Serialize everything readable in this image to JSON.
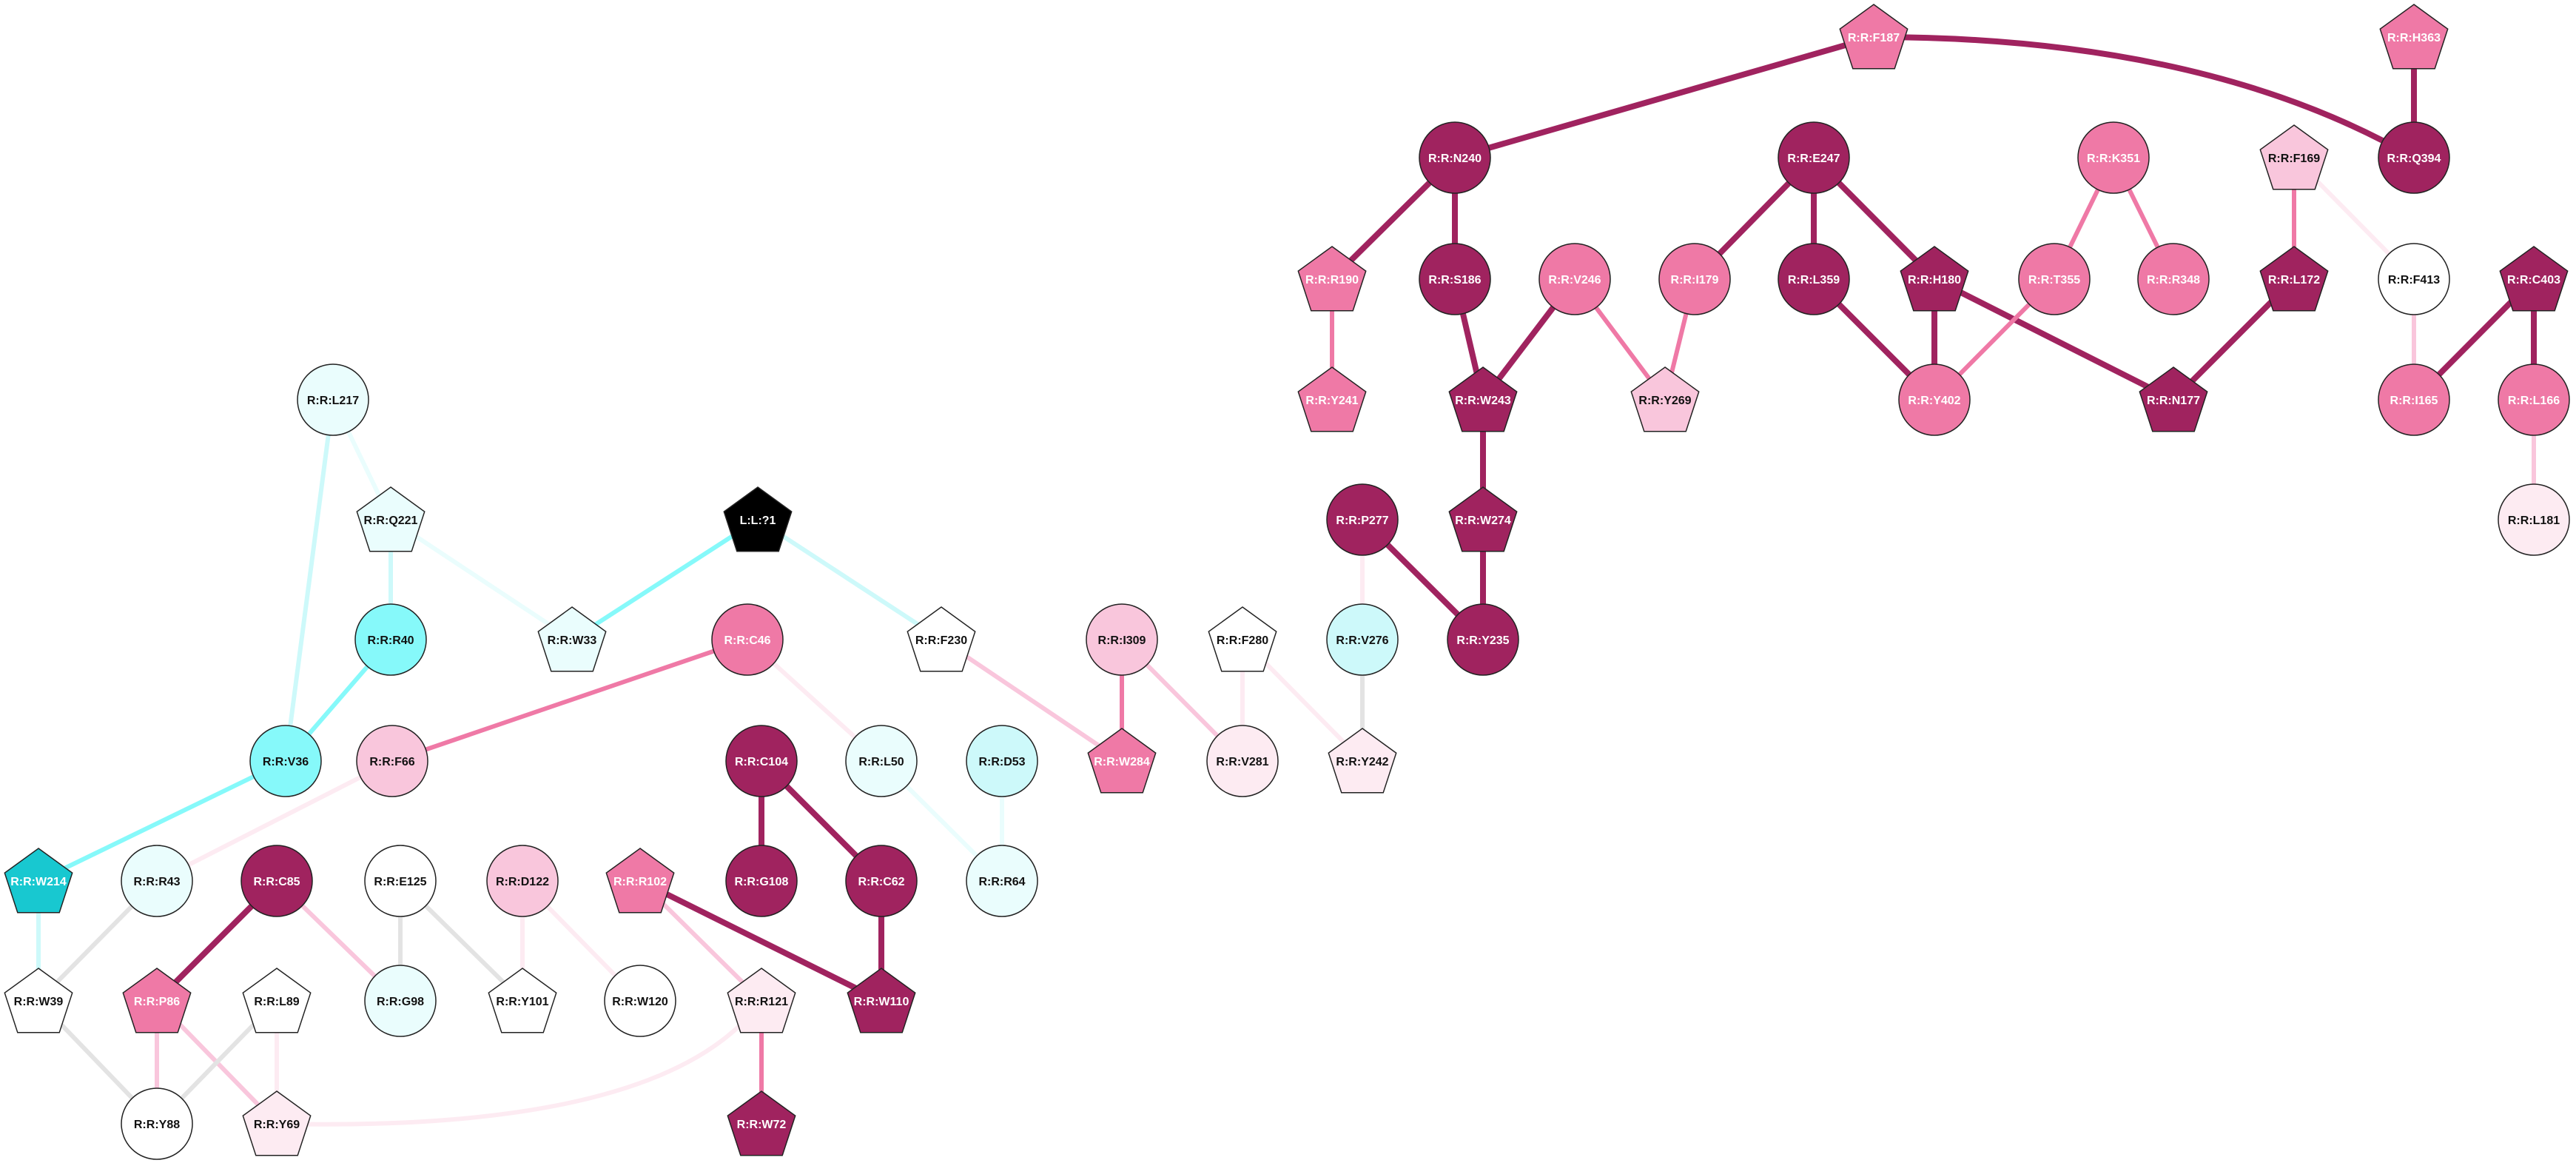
{
  "colors": {
    "dark_magenta": "#a0235f",
    "pink": "#ef79a6",
    "light_pink": "#f9c6dc",
    "pale_pink": "#fdebf2",
    "white": "#ffffff",
    "pale_cyan": "#eafdfd",
    "light_cyan": "#cdf9fa",
    "cyan": "#86f9fa",
    "teal": "#18c8d0",
    "black": "#000000",
    "edge_grey": "#e3e3e3"
  },
  "nodes": [
    {
      "id": "R:R:F187",
      "label": "R:R:F187",
      "shape": "pentagon",
      "fill": "pink"
    },
    {
      "id": "R:R:H363",
      "label": "R:R:H363",
      "shape": "pentagon",
      "fill": "pink"
    },
    {
      "id": "R:R:N240",
      "label": "R:R:N240",
      "shape": "circle",
      "fill": "dark_magenta"
    },
    {
      "id": "R:R:E247",
      "label": "R:R:E247",
      "shape": "circle",
      "fill": "dark_magenta"
    },
    {
      "id": "R:R:K351",
      "label": "R:R:K351",
      "shape": "circle",
      "fill": "pink"
    },
    {
      "id": "R:R:F169",
      "label": "R:R:F169",
      "shape": "pentagon",
      "fill": "light_pink"
    },
    {
      "id": "R:R:Q394",
      "label": "R:R:Q394",
      "shape": "circle",
      "fill": "dark_magenta"
    },
    {
      "id": "R:R:R190",
      "label": "R:R:R190",
      "shape": "pentagon",
      "fill": "pink"
    },
    {
      "id": "R:R:S186",
      "label": "R:R:S186",
      "shape": "circle",
      "fill": "dark_magenta"
    },
    {
      "id": "R:R:V246",
      "label": "R:R:V246",
      "shape": "circle",
      "fill": "pink"
    },
    {
      "id": "R:R:I179",
      "label": "R:R:I179",
      "shape": "circle",
      "fill": "pink"
    },
    {
      "id": "R:R:L359",
      "label": "R:R:L359",
      "shape": "circle",
      "fill": "dark_magenta"
    },
    {
      "id": "R:R:H180",
      "label": "R:R:H180",
      "shape": "pentagon",
      "fill": "dark_magenta"
    },
    {
      "id": "R:R:T355",
      "label": "R:R:T355",
      "shape": "circle",
      "fill": "pink"
    },
    {
      "id": "R:R:R348",
      "label": "R:R:R348",
      "shape": "circle",
      "fill": "pink"
    },
    {
      "id": "R:R:L172",
      "label": "R:R:L172",
      "shape": "pentagon",
      "fill": "dark_magenta"
    },
    {
      "id": "R:R:F413",
      "label": "R:R:F413",
      "shape": "circle",
      "fill": "white"
    },
    {
      "id": "R:R:C403",
      "label": "R:R:C403",
      "shape": "pentagon",
      "fill": "dark_magenta"
    },
    {
      "id": "R:R:Y241",
      "label": "R:R:Y241",
      "shape": "pentagon",
      "fill": "pink"
    },
    {
      "id": "R:R:W243",
      "label": "R:R:W243",
      "shape": "pentagon",
      "fill": "dark_magenta"
    },
    {
      "id": "R:R:Y269",
      "label": "R:R:Y269",
      "shape": "pentagon",
      "fill": "light_pink"
    },
    {
      "id": "R:R:Y402",
      "label": "R:R:Y402",
      "shape": "circle",
      "fill": "pink"
    },
    {
      "id": "R:R:N177",
      "label": "R:R:N177",
      "shape": "pentagon",
      "fill": "dark_magenta"
    },
    {
      "id": "R:R:I165",
      "label": "R:R:I165",
      "shape": "circle",
      "fill": "pink"
    },
    {
      "id": "R:R:L166",
      "label": "R:R:L166",
      "shape": "circle",
      "fill": "pink"
    },
    {
      "id": "R:R:L181",
      "label": "R:R:L181",
      "shape": "circle",
      "fill": "pale_pink"
    },
    {
      "id": "R:R:L217",
      "label": "R:R:L217",
      "shape": "circle",
      "fill": "pale_cyan"
    },
    {
      "id": "R:R:Q221",
      "label": "R:R:Q221",
      "shape": "pentagon",
      "fill": "pale_cyan"
    },
    {
      "id": "L:L:?1",
      "label": "L:L:?1",
      "shape": "pentagon",
      "fill": "black"
    },
    {
      "id": "R:R:P277",
      "label": "R:R:P277",
      "shape": "circle",
      "fill": "dark_magenta"
    },
    {
      "id": "R:R:W274",
      "label": "R:R:W274",
      "shape": "pentagon",
      "fill": "dark_magenta"
    },
    {
      "id": "R:R:R40",
      "label": "R:R:R40",
      "shape": "circle",
      "fill": "cyan"
    },
    {
      "id": "R:R:W33",
      "label": "R:R:W33",
      "shape": "pentagon",
      "fill": "pale_cyan"
    },
    {
      "id": "R:R:C46",
      "label": "R:R:C46",
      "shape": "circle",
      "fill": "pink"
    },
    {
      "id": "R:R:F230",
      "label": "R:R:F230",
      "shape": "pentagon",
      "fill": "white"
    },
    {
      "id": "R:R:I309",
      "label": "R:R:I309",
      "shape": "circle",
      "fill": "light_pink"
    },
    {
      "id": "R:R:F280",
      "label": "R:R:F280",
      "shape": "pentagon",
      "fill": "white"
    },
    {
      "id": "R:R:V276",
      "label": "R:R:V276",
      "shape": "circle",
      "fill": "light_cyan"
    },
    {
      "id": "R:R:Y235",
      "label": "R:R:Y235",
      "shape": "circle",
      "fill": "dark_magenta"
    },
    {
      "id": "R:R:V36",
      "label": "R:R:V36",
      "shape": "circle",
      "fill": "cyan"
    },
    {
      "id": "R:R:F66",
      "label": "R:R:F66",
      "shape": "circle",
      "fill": "light_pink"
    },
    {
      "id": "R:R:C104",
      "label": "R:R:C104",
      "shape": "circle",
      "fill": "dark_magenta"
    },
    {
      "id": "R:R:L50",
      "label": "R:R:L50",
      "shape": "circle",
      "fill": "pale_cyan"
    },
    {
      "id": "R:R:D53",
      "label": "R:R:D53",
      "shape": "circle",
      "fill": "light_cyan"
    },
    {
      "id": "R:R:W284",
      "label": "R:R:W284",
      "shape": "pentagon",
      "fill": "pink"
    },
    {
      "id": "R:R:V281",
      "label": "R:R:V281",
      "shape": "circle",
      "fill": "pale_pink"
    },
    {
      "id": "R:R:Y242",
      "label": "R:R:Y242",
      "shape": "pentagon",
      "fill": "pale_pink"
    },
    {
      "id": "R:R:W214",
      "label": "R:R:W214",
      "shape": "pentagon",
      "fill": "teal"
    },
    {
      "id": "R:R:R43",
      "label": "R:R:R43",
      "shape": "circle",
      "fill": "pale_cyan"
    },
    {
      "id": "R:R:C85",
      "label": "R:R:C85",
      "shape": "circle",
      "fill": "dark_magenta"
    },
    {
      "id": "R:R:E125",
      "label": "R:R:E125",
      "shape": "circle",
      "fill": "white"
    },
    {
      "id": "R:R:D122",
      "label": "R:R:D122",
      "shape": "circle",
      "fill": "light_pink"
    },
    {
      "id": "R:R:R102",
      "label": "R:R:R102",
      "shape": "pentagon",
      "fill": "pink"
    },
    {
      "id": "R:R:G108",
      "label": "R:R:G108",
      "shape": "circle",
      "fill": "dark_magenta"
    },
    {
      "id": "R:R:C62",
      "label": "R:R:C62",
      "shape": "circle",
      "fill": "dark_magenta"
    },
    {
      "id": "R:R:R64",
      "label": "R:R:R64",
      "shape": "circle",
      "fill": "pale_cyan"
    },
    {
      "id": "R:R:W39",
      "label": "R:R:W39",
      "shape": "pentagon",
      "fill": "white"
    },
    {
      "id": "R:R:P86",
      "label": "R:R:P86",
      "shape": "pentagon",
      "fill": "pink"
    },
    {
      "id": "R:R:L89",
      "label": "R:R:L89",
      "shape": "pentagon",
      "fill": "white"
    },
    {
      "id": "R:R:G98",
      "label": "R:R:G98",
      "shape": "circle",
      "fill": "pale_cyan"
    },
    {
      "id": "R:R:Y101",
      "label": "R:R:Y101",
      "shape": "pentagon",
      "fill": "white"
    },
    {
      "id": "R:R:W120",
      "label": "R:R:W120",
      "shape": "circle",
      "fill": "white"
    },
    {
      "id": "R:R:R121",
      "label": "R:R:R121",
      "shape": "pentagon",
      "fill": "pale_pink"
    },
    {
      "id": "R:R:W110",
      "label": "R:R:W110",
      "shape": "pentagon",
      "fill": "dark_magenta"
    },
    {
      "id": "R:R:Y88",
      "label": "R:R:Y88",
      "shape": "circle",
      "fill": "white"
    },
    {
      "id": "R:R:Y69",
      "label": "R:R:Y69",
      "shape": "pentagon",
      "fill": "pale_pink"
    },
    {
      "id": "R:R:W72",
      "label": "R:R:W72",
      "shape": "pentagon",
      "fill": "dark_magenta"
    }
  ],
  "edges": [
    {
      "from": "R:R:F187",
      "to": "R:R:N240",
      "color": "dark_magenta"
    },
    {
      "from": "R:R:F187",
      "to": "R:R:Q394",
      "color": "dark_magenta"
    },
    {
      "from": "R:R:H363",
      "to": "R:R:Q394",
      "color": "dark_magenta"
    },
    {
      "from": "R:R:N240",
      "to": "R:R:R190",
      "color": "dark_magenta"
    },
    {
      "from": "R:R:N240",
      "to": "R:R:S186",
      "color": "dark_magenta"
    },
    {
      "from": "R:R:R190",
      "to": "R:R:Y241",
      "color": "pink"
    },
    {
      "from": "R:R:S186",
      "to": "R:R:W243",
      "color": "dark_magenta"
    },
    {
      "from": "R:R:V246",
      "to": "R:R:W243",
      "color": "dark_magenta"
    },
    {
      "from": "R:R:V246",
      "to": "R:R:Y269",
      "color": "pink"
    },
    {
      "from": "R:R:I179",
      "to": "R:R:Y269",
      "color": "pink"
    },
    {
      "from": "R:R:E247",
      "to": "R:R:I179",
      "color": "dark_magenta"
    },
    {
      "from": "R:R:E247",
      "to": "R:R:L359",
      "color": "dark_magenta"
    },
    {
      "from": "R:R:E247",
      "to": "R:R:H180",
      "color": "dark_magenta"
    },
    {
      "from": "R:R:L359",
      "to": "R:R:Y402",
      "color": "dark_magenta"
    },
    {
      "from": "R:R:H180",
      "to": "R:R:Y402",
      "color": "dark_magenta"
    },
    {
      "from": "R:R:H180",
      "to": "R:R:N177",
      "color": "dark_magenta"
    },
    {
      "from": "R:R:T355",
      "to": "R:R:Y402",
      "color": "pink"
    },
    {
      "from": "R:R:K351",
      "to": "R:R:T355",
      "color": "pink"
    },
    {
      "from": "R:R:K351",
      "to": "R:R:R348",
      "color": "pink"
    },
    {
      "from": "R:R:F169",
      "to": "R:R:L172",
      "color": "pink"
    },
    {
      "from": "R:R:F169",
      "to": "R:R:F413",
      "color": "pale_pink"
    },
    {
      "from": "R:R:L172",
      "to": "R:R:N177",
      "color": "dark_magenta"
    },
    {
      "from": "R:R:F413",
      "to": "R:R:I165",
      "color": "light_pink"
    },
    {
      "from": "R:R:C403",
      "to": "R:R:I165",
      "color": "dark_magenta"
    },
    {
      "from": "R:R:C403",
      "to": "R:R:L166",
      "color": "dark_magenta"
    },
    {
      "from": "R:R:L166",
      "to": "R:R:L181",
      "color": "light_pink"
    },
    {
      "from": "R:R:W243",
      "to": "R:R:W274",
      "color": "dark_magenta"
    },
    {
      "from": "R:R:W274",
      "to": "R:R:Y235",
      "color": "dark_magenta"
    },
    {
      "from": "R:R:P277",
      "to": "R:R:Y235",
      "color": "dark_magenta"
    },
    {
      "from": "R:R:P277",
      "to": "R:R:V276",
      "color": "pale_pink"
    },
    {
      "from": "R:R:V276",
      "to": "R:R:Y242",
      "color": "edge_grey"
    },
    {
      "from": "R:R:F280",
      "to": "R:R:V281",
      "color": "pale_pink"
    },
    {
      "from": "R:R:F280",
      "to": "R:R:Y242",
      "color": "pale_pink"
    },
    {
      "from": "R:R:I309",
      "to": "R:R:W284",
      "color": "pink"
    },
    {
      "from": "R:R:I309",
      "to": "R:R:V281",
      "color": "light_pink"
    },
    {
      "from": "R:R:F230",
      "to": "R:R:W284",
      "color": "light_pink"
    },
    {
      "from": "L:L:?1",
      "to": "R:R:F230",
      "color": "light_cyan"
    },
    {
      "from": "L:L:?1",
      "to": "R:R:W33",
      "color": "cyan"
    },
    {
      "from": "R:R:Q221",
      "to": "R:R:W33",
      "color": "pale_cyan"
    },
    {
      "from": "R:R:L217",
      "to": "R:R:Q221",
      "color": "pale_cyan"
    },
    {
      "from": "R:R:L217",
      "to": "R:R:V36",
      "color": "light_cyan"
    },
    {
      "from": "R:R:Q221",
      "to": "R:R:R40",
      "color": "light_cyan"
    },
    {
      "from": "R:R:R40",
      "to": "R:R:V36",
      "color": "cyan"
    },
    {
      "from": "R:R:V36",
      "to": "R:R:W214",
      "color": "cyan"
    },
    {
      "from": "R:R:W214",
      "to": "R:R:W39",
      "color": "light_cyan"
    },
    {
      "from": "R:R:C46",
      "to": "R:R:F66",
      "color": "pink"
    },
    {
      "from": "R:R:C46",
      "to": "R:R:L50",
      "color": "pale_pink"
    },
    {
      "from": "R:R:F66",
      "to": "R:R:R43",
      "color": "pale_pink"
    },
    {
      "from": "R:R:L50",
      "to": "R:R:R64",
      "color": "pale_cyan"
    },
    {
      "from": "R:R:D53",
      "to": "R:R:R64",
      "color": "pale_cyan"
    },
    {
      "from": "R:R:C104",
      "to": "R:R:G108",
      "color": "dark_magenta"
    },
    {
      "from": "R:R:C104",
      "to": "R:R:C62",
      "color": "dark_magenta"
    },
    {
      "from": "R:R:C62",
      "to": "R:R:W110",
      "color": "dark_magenta"
    },
    {
      "from": "R:R:R102",
      "to": "R:R:W110",
      "color": "dark_magenta"
    },
    {
      "from": "R:R:R102",
      "to": "R:R:R121",
      "color": "light_pink"
    },
    {
      "from": "R:R:R121",
      "to": "R:R:W72",
      "color": "pink"
    },
    {
      "from": "R:R:R121",
      "to": "R:R:Y69",
      "color": "pale_pink",
      "curved": true
    },
    {
      "from": "R:R:D122",
      "to": "R:R:Y101",
      "color": "pale_pink"
    },
    {
      "from": "R:R:D122",
      "to": "R:R:W120",
      "color": "pale_pink"
    },
    {
      "from": "R:R:E125",
      "to": "R:R:G98",
      "color": "edge_grey"
    },
    {
      "from": "R:R:E125",
      "to": "R:R:Y101",
      "color": "edge_grey"
    },
    {
      "from": "R:R:C85",
      "to": "R:R:P86",
      "color": "dark_magenta"
    },
    {
      "from": "R:R:C85",
      "to": "R:R:G98",
      "color": "light_pink"
    },
    {
      "from": "R:R:R43",
      "to": "R:R:W39",
      "color": "edge_grey"
    },
    {
      "from": "R:R:W39",
      "to": "R:R:Y88",
      "color": "edge_grey"
    },
    {
      "from": "R:R:P86",
      "to": "R:R:Y88",
      "color": "light_pink"
    },
    {
      "from": "R:R:P86",
      "to": "R:R:Y69",
      "color": "light_pink"
    },
    {
      "from": "R:R:L89",
      "to": "R:R:Y88",
      "color": "edge_grey"
    },
    {
      "from": "R:R:L89",
      "to": "R:R:Y69",
      "color": "pale_pink"
    }
  ]
}
